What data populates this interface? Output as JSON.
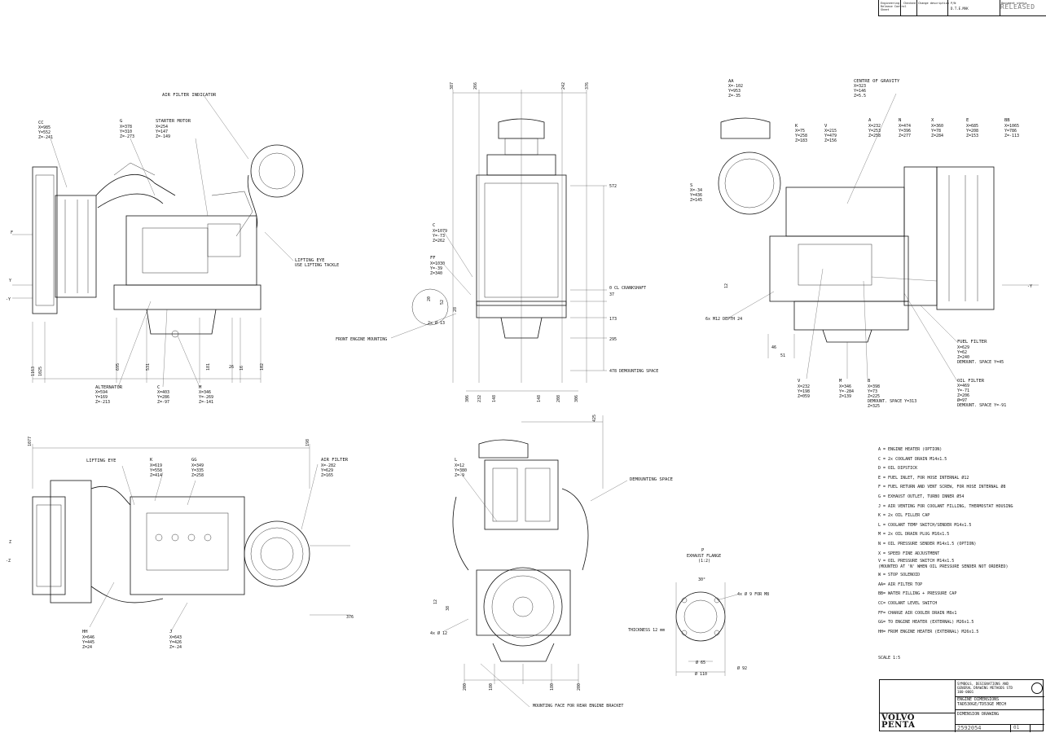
{
  "header": {
    "col1": "Engineering Release Control Sheet",
    "col2": "Checked",
    "col3": "Change description",
    "col4": "P/N",
    "col5": "Document status",
    "status": "RELEASED",
    "drawn_no": "D.T.E.MAK"
  },
  "view1": {
    "callouts": [
      {
        "id": "cc",
        "text": "CC",
        "coords": [
          "X=985",
          "Y=552",
          "Z=-241"
        ]
      },
      {
        "id": "g",
        "text": "G",
        "coords": [
          "X=378",
          "Y=310",
          "Z=-273"
        ]
      },
      {
        "id": "starter",
        "text": "STARTER MOTOR",
        "coords": [
          "X=254",
          "Y=147",
          "Z=-149"
        ]
      },
      {
        "id": "airind",
        "text": "AIR FILTER INDICATOR",
        "coords": []
      },
      {
        "id": "lift",
        "text": "LIFTING EYE",
        "coords": [
          "USE LIFTING TACKLE"
        ]
      },
      {
        "id": "alt",
        "text": "ALTERNATOR",
        "coords": [
          "X=594",
          "Y=169",
          "Z=-213"
        ]
      },
      {
        "id": "c1",
        "text": "C",
        "coords": [
          "X=403",
          "Y=286",
          "Z=-97"
        ]
      },
      {
        "id": "m1",
        "text": "M",
        "coords": [
          "X=346",
          "Y=-269",
          "Z=-141"
        ]
      }
    ],
    "dims": [
      "1163",
      "1025",
      "695",
      "531",
      "181",
      "26",
      "16",
      "102"
    ],
    "axis": [
      "F",
      "Y",
      "-Y"
    ]
  },
  "view2": {
    "top_dims": [
      "387",
      "266",
      "242",
      "376"
    ],
    "right_dims": [
      "572",
      "0  CL CRANKSHAFT",
      "37",
      "173",
      "295",
      "478  DEMOUNTING SPACE"
    ],
    "bottom_dims": [
      "306",
      "232",
      "148",
      "148",
      "208",
      "306"
    ],
    "callouts": [
      {
        "id": "c2",
        "text": "C",
        "coords": [
          "X=1079",
          "Y=-73",
          "Z=262"
        ]
      },
      {
        "id": "ff",
        "text": "FF",
        "coords": [
          "X=1030",
          "Y=-39",
          "Z=340"
        ]
      }
    ],
    "mount": "FRONT ENGINE MOUNTING",
    "holes": "2x  Ø 13",
    "d1": "20",
    "d2": "52",
    "d3": "28"
  },
  "view3": {
    "callouts": [
      {
        "id": "aa",
        "text": "AA",
        "coords": [
          "X=-102",
          "Y=953",
          "Z=-35"
        ]
      },
      {
        "id": "cog",
        "text": "CENTRE OF GRAVITY",
        "coords": [
          "X=323",
          "Y=146",
          "Z=5.5"
        ]
      },
      {
        "id": "k",
        "text": "K",
        "coords": [
          "X=75",
          "Y=258",
          "Z=183"
        ]
      },
      {
        "id": "v3",
        "text": "V",
        "coords": [
          "X=215",
          "Y=479",
          "Z=156"
        ]
      },
      {
        "id": "a",
        "text": "A",
        "coords": [
          "X=232",
          "Y=253",
          "Z=258"
        ]
      },
      {
        "id": "n",
        "text": "N",
        "coords": [
          "X=474",
          "Y=396",
          "Z=277"
        ]
      },
      {
        "id": "x",
        "text": "X",
        "coords": [
          "X=360",
          "Y=78",
          "Z=284"
        ]
      },
      {
        "id": "e",
        "text": "E",
        "coords": [
          "X=685",
          "Y=208",
          "Z=153"
        ]
      },
      {
        "id": "bb",
        "text": "BB",
        "coords": [
          "X=1065",
          "Y=786",
          "Z=-113"
        ]
      },
      {
        "id": "s",
        "text": "S",
        "coords": [
          "X=-34",
          "Y=436",
          "Z=145"
        ]
      },
      {
        "id": "fuel",
        "text": "FUEL FILTER",
        "coords": [
          "X=629",
          "Y=62",
          "Z=240",
          "DEMOUNT. SPACE Y=45"
        ]
      },
      {
        "id": "oil",
        "text": "OIL FILTER",
        "coords": [
          "X=469",
          "Y=-71",
          "Z=206",
          "Ø=97",
          "DEMOUNT. SPACE  Y=-91"
        ]
      },
      {
        "id": "vb",
        "text": "V",
        "coords": [
          "X=232",
          "Y=198",
          "Z=059"
        ]
      },
      {
        "id": "m3",
        "text": "M",
        "coords": [
          "X=346",
          "Y=-284",
          "Z=139"
        ]
      },
      {
        "id": "b",
        "text": "B",
        "coords": [
          "X=398",
          "Y=73",
          "Z=225",
          "DEMOUNT. SPACE Y=313",
          "Z=325"
        ]
      }
    ],
    "thread": "6x  M12  DEPTH 24",
    "d1": "46",
    "d2": "51",
    "d3": "12",
    "axis": [
      "-Y"
    ]
  },
  "view4": {
    "callouts": [
      {
        "id": "le",
        "text": "LIFTING EYE",
        "coords": []
      },
      {
        "id": "k4",
        "text": "K",
        "coords": [
          "X=619",
          "Y=558",
          "Z=414"
        ]
      },
      {
        "id": "gg",
        "text": "GG",
        "coords": [
          "X=349",
          "Y=335",
          "Z=258"
        ]
      },
      {
        "id": "air",
        "text": "AIR FILTER",
        "coords": [
          "X=-282",
          "Y=629",
          "Z=165"
        ]
      },
      {
        "id": "hh",
        "text": "HH",
        "coords": [
          "X=646",
          "Y=445",
          "Z=24"
        ]
      },
      {
        "id": "j",
        "text": "J",
        "coords": [
          "X=643",
          "Y=426",
          "Z=-24"
        ]
      }
    ],
    "dims": [
      "1077",
      "198",
      "376"
    ],
    "axis": [
      "Z",
      "-Z"
    ]
  },
  "view5": {
    "callouts": [
      {
        "id": "l",
        "text": "L",
        "coords": [
          "X=12",
          "Y=380",
          "Z=-9"
        ]
      },
      {
        "id": "dm",
        "text": "DEMOUNTING SPACE",
        "coords": []
      }
    ],
    "holes": "4x  Ø 12",
    "thick": "THICKNESS 12 mm",
    "face": "MOUNTING FACE FOR REAR ENGINE BRACKET",
    "top": "425",
    "bottom_dims": [
      "200",
      "180",
      "180",
      "200"
    ],
    "d1": "12",
    "d2": "38"
  },
  "flange": {
    "title": "P",
    "subtitle": "EXHAUST FLANGE",
    "sub2": "(1:2)",
    "holes": "4x  Ø 9 FOR M8",
    "angle": "30°",
    "d65": "Ø 65",
    "d110": "Ø 110",
    "d92": "Ø 92"
  },
  "legend": [
    "A = ENGINE HEATER (OPTION)",
    "C = 2x COOLANT DRAIN M14x1.5",
    "D = OIL DIPSTICK",
    "E = FUEL INLET, FOR HOSE INTERNAL Ø12",
    "F = FUEL RETURN AND VENT SCREW, FOR HOSE INTERNAL Ø8",
    "G = EXHAUST OUTLET, TURBO INNER Ø54",
    "J = AIR VENTING FOR COOLANT FILLING, THERMOSTAT HOUSING",
    "K = 2x OIL FILLER CAP",
    "L = COOLANT TEMP SWITCH/SENDER M14x1.5",
    "M = 2x OIL DRAIN PLUG M16x1.5",
    "N = OIL PRESSURE SENDER M14x1.5 (OPTION)",
    "X = SPEED FINE ADJUSTMENT",
    "V = OIL PRESSURE SWITCH M14x1.5",
    "     (MOUNTED AT 'N' WHEN OIL PRESSURE SENDER NOT ORDERED)",
    "W = STOP SOLENOID",
    "AA= AIR FILTER TOP",
    "BB= WATER FILLING + PRESSURE CAP",
    "CC= COOLANT LEVEL SWITCH",
    "FF= CHARGE AIR COOLER DRAIN M8x1",
    "GG= TO ENGINE HEATER (EXTERNAL) M26x1.5",
    "HH= FROM ENGINE HEATER (EXTERNAL) M26x1.5"
  ],
  "scale": "SCALE 1:5",
  "titleblock": {
    "notes": "SYMBOLS, DESIGNATIONS AND GENERAL DRAWING METHODS STD 100-0001",
    "title1": "ENGINE DIMENSIONS",
    "title2": "TAD530GE/TD53GE MECH",
    "doctype": "DIMENSION DRAWING",
    "number": "2592054",
    "issue": "01",
    "logo1": "VOLVO",
    "logo2": "PENTA"
  }
}
